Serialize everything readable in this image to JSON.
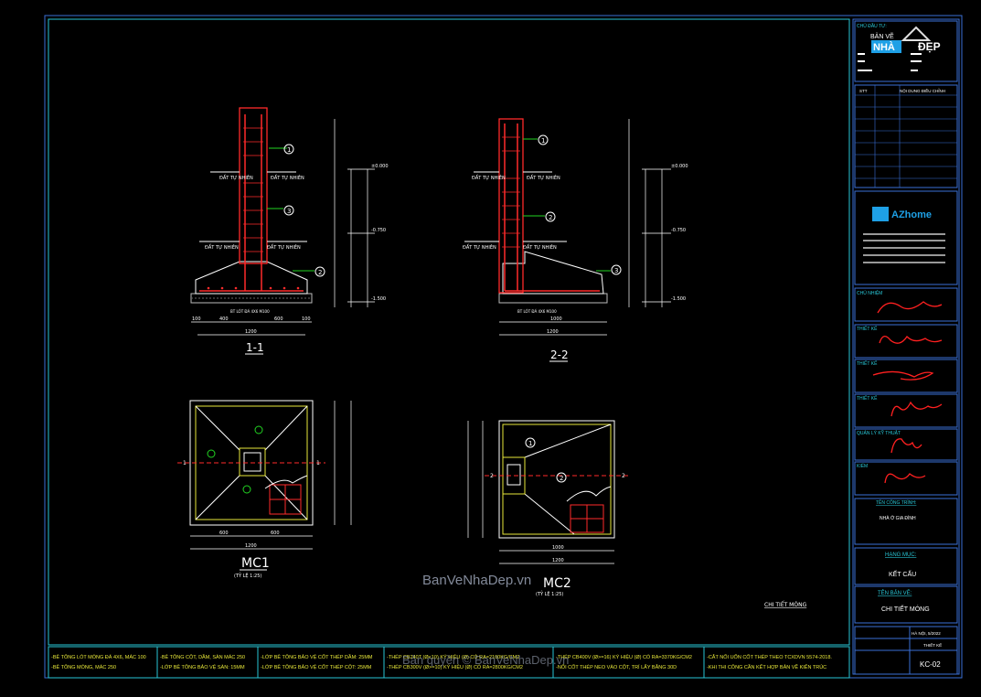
{
  "colors": {
    "frame": "#3a6fd6",
    "cyan": "#29c6d6",
    "column": "#ff2a2a",
    "rebar": "#ff2a2a",
    "dim": "#ffffff",
    "yellow": "#e8e83a",
    "green": "#22d422",
    "text": "#ffffff",
    "signature": "#ff2020",
    "watermark": "#9aa3b5"
  },
  "sections": {
    "s11_label": "1-1",
    "s22_label": "2-2",
    "mc1_label": "MC1",
    "mc2_label": "MC2",
    "scale_note": "(TỶ LỆ 1:25)",
    "level_0": "±0.000",
    "level_1": "-0.750",
    "level_2": "-1.500",
    "callouts": [
      "1",
      "2",
      "3"
    ],
    "section_markers": [
      "1",
      "2"
    ],
    "ground_label": "ĐẤT TỰ NHIÊN",
    "dim_1200": "1200",
    "dim_400": "400",
    "dim_600": "600"
  },
  "drawing_caption": "CHI TIẾT MÓNG",
  "watermark": {
    "main": "BanVeNhaDep.vn",
    "footer": "Bản quyền © BanVeNhaDep.vn"
  },
  "notes": {
    "col1": [
      "-BÊ TÔNG LÓT MÓNG ĐÁ 4X6, MÁC 100",
      "-BÊ TÔNG MÓNG, MÁC 250"
    ],
    "col2": [
      "-BÊ TÔNG CỘT, DẦM, SÀN MÁC 250",
      "-LỚP BÊ TÔNG BẢO VỆ SÀN: 15MM"
    ],
    "col3": [
      "-LỚP BÊ TÔNG BẢO VỆ CỐT THÉP DẦM: 25MM",
      "-LỚP BÊ TÔNG BẢO VỆ CỐT THÉP CỘT: 25MM"
    ],
    "col4": [
      "-THÉP CB240T (Ø<10) KÝ HIỆU (Ø) CÓ RA=2100KG/CM2",
      "-THÉP CB300V (Ø>=10) KÝ HIỆU (Ø) CÓ RA=2800KG/CM2"
    ],
    "col5": [
      "-THÉP CB400V (Ø>=16) KÝ HIỆU (Ø) CÓ RA=3370KG/CM2",
      "-NỐI CỐT THÉP NEO VÀO CỘT, TRÍ LẤY BẰNG 30D"
    ],
    "col6": [
      "-CẮT NỐI UỐN CỐT THÉP THEO TCXDVN 5574-2018.",
      "-KHI THI CÔNG CẦN KẾT HỢP BẢN VẼ KIẾN TRÚC"
    ]
  },
  "title_block": {
    "logo_text_1": "BẢN VẼ",
    "logo_text_2": "NHÀ",
    "logo_text_3": "ĐẸP",
    "chu_dau_tu": "CHỦ ĐẦU TƯ:",
    "stt": "STT",
    "noi_dung": "NỘI DUNG ĐIỀU CHỈNH",
    "azhome": "AZhome",
    "chu_nhiem": "CHỦ NHIỆM",
    "thiet_ke_1": "THIẾT KẾ",
    "thiet_ke_2": "THIẾT KẾ",
    "thiet_ke_3": "THIẾT KẾ",
    "quan_ly": "QUẢN LÝ KỸ THUẬT",
    "kiem": "KIỂM",
    "ten_cong_trinh": "TÊN CÔNG TRÌNH:",
    "cong_trinh_value": "NHÀ Ở GIA ĐÌNH",
    "hang_muc": "HẠNG MỤC:",
    "hang_muc_value": "KẾT CẤU",
    "ten_ban_ve": "TÊN BẢN VẼ:",
    "ban_ve_value": "CHI TIẾT MÓNG",
    "date": "HÀ NỘI, 5/2022",
    "thiet_ke_small": "THIẾT KẾ",
    "sheet_no": "KC-02"
  }
}
